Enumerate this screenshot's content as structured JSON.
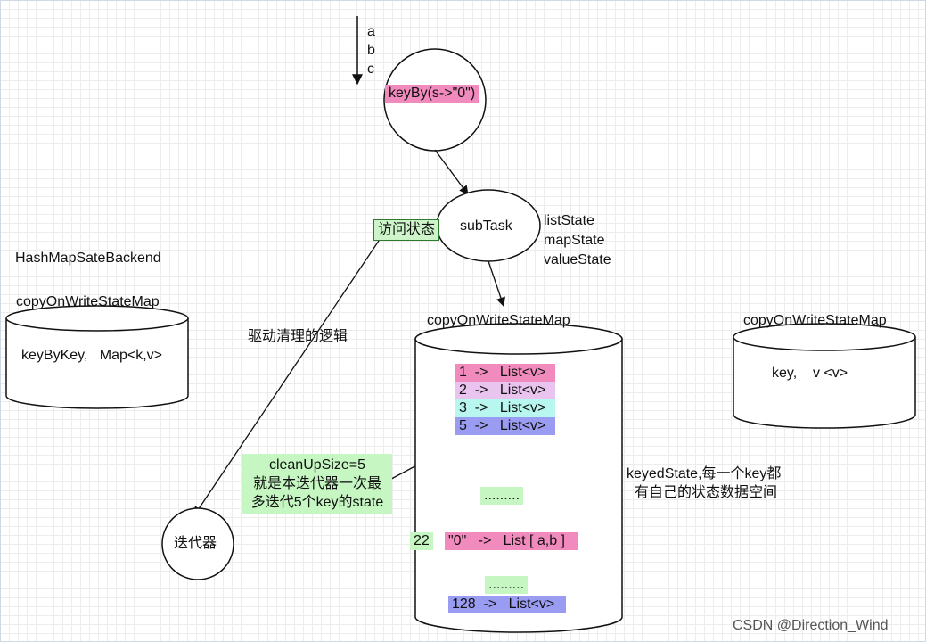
{
  "input_stream": [
    "a",
    "b",
    "c"
  ],
  "keyby_label": "keyBy(s->\"0\")",
  "subtask_label": "subTask",
  "access_state_label": "访问状态",
  "state_types": [
    "listState",
    "mapState",
    "valueState"
  ],
  "backend_name": "HashMapSateBackend",
  "left_map": {
    "title": "copyOnWriteStateMap",
    "content": "keyByKey,   Map<k,v>"
  },
  "main_map": {
    "title": "copyOnWriteStateMap"
  },
  "right_map": {
    "title": "copyOnWriteStateMap",
    "content": "key,    v <v>"
  },
  "cleanup_logic_label": "驱动清理的逻辑",
  "cleanup_note": [
    "cleanUpSize=5",
    "就是本迭代器一次最",
    "多迭代5个key的state"
  ],
  "iterator_label": "迭代器",
  "keyed_entries": [
    {
      "key": "1",
      "arrow": "->",
      "value": "List<v>",
      "color": "#f28bbd"
    },
    {
      "key": "2",
      "arrow": "->",
      "value": "List<v>",
      "color": "#e9c4ef"
    },
    {
      "key": "3",
      "arrow": "->",
      "value": "List<v>",
      "color": "#b7f7ef"
    },
    {
      "key": "5",
      "arrow": "->",
      "value": "List<v>",
      "color": "#9a9cf1"
    }
  ],
  "ellipsis": ".........",
  "index_22": "22",
  "zero_entry": {
    "key": "\"0\"",
    "arrow": "->",
    "value": "List [ a,b ]"
  },
  "last_entry": {
    "key": "128",
    "arrow": "->",
    "value": "List<v>"
  },
  "keyed_state_note": [
    "keyedState,每一个key都",
    "有自己的状态数据空间"
  ],
  "watermark": "CSDN @Direction_Wind"
}
